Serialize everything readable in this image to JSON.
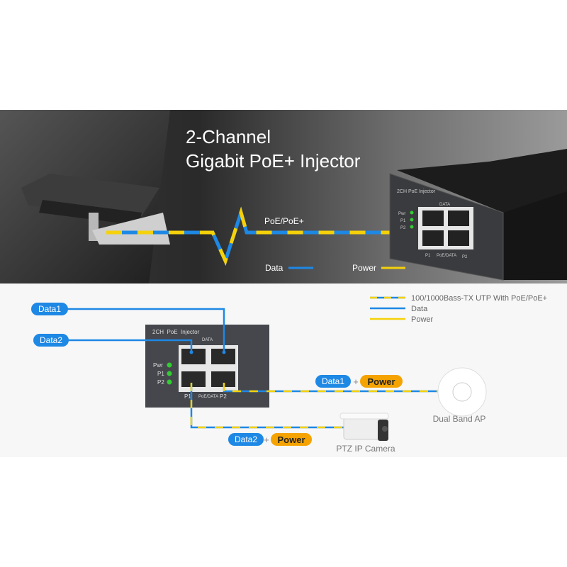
{
  "banner": {
    "title_line1": "2-Channel",
    "title_line2": "Gigabit PoE+ Injector",
    "cable_label": "PoE/PoE+",
    "legend_data": "Data",
    "legend_power": "Power",
    "device": {
      "label": "2CH PoE Injector",
      "data_label": "DATA",
      "leds": [
        "Pwr",
        "P1",
        "P2"
      ],
      "p1": "P1",
      "poe_data": "PoE/DATA",
      "p2": "P2"
    }
  },
  "diagram": {
    "legend": [
      {
        "label": "100/1000Bass-TX UTP With PoE/PoE+"
      },
      {
        "label": "Data"
      },
      {
        "label": "Power"
      }
    ],
    "inputs": [
      "Data1",
      "Data2"
    ],
    "injector": {
      "label": "2CH  PoE  Injector",
      "data_label": "DATA",
      "leds": [
        "Pwr",
        "P1",
        "P2"
      ],
      "p1": "P1",
      "poe_data": "PoE/DATA",
      "p2": "P2"
    },
    "output1": {
      "data": "Data1",
      "plus": "+",
      "power": "Power",
      "device": "Dual Band AP"
    },
    "output2": {
      "data": "Data2",
      "plus": "+",
      "power": "Power",
      "device": "PTZ IP Camera"
    }
  },
  "colors": {
    "data": "#1e88e5",
    "power": "#f5d10a",
    "power_pill": "#f5a300"
  }
}
